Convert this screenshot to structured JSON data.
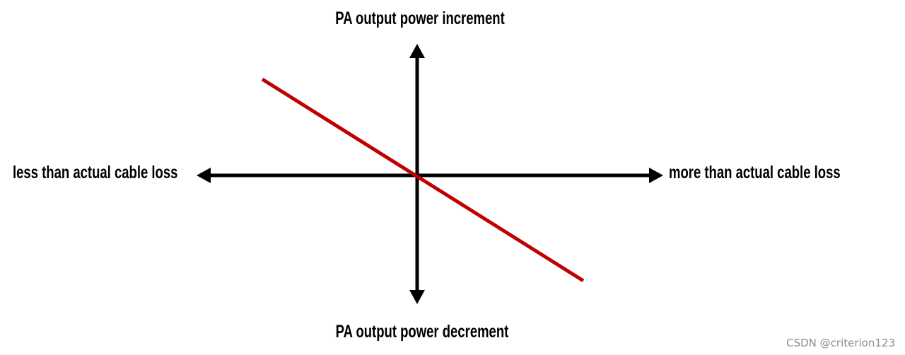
{
  "labels": {
    "top": "PA output power increment",
    "bottom": "PA output power decrement",
    "left": "less than actual cable loss",
    "right": "more than actual cable loss"
  },
  "watermark": "CSDN @criterion123",
  "colors": {
    "axis": "#000000",
    "trend_line": "#c00000",
    "background": "#ffffff",
    "watermark": "#8c8c8c"
  }
}
